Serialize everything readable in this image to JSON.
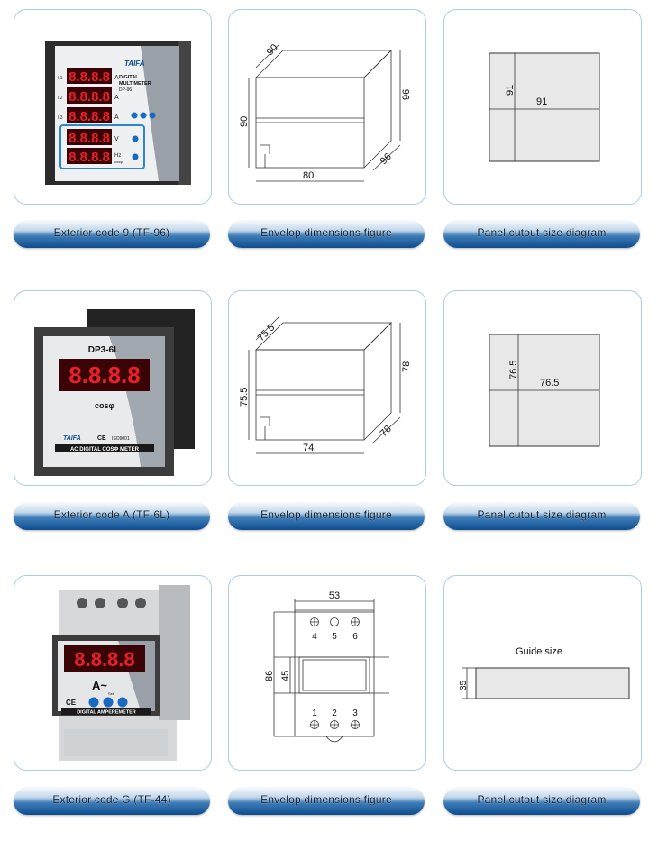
{
  "rows": [
    {
      "exterior_label": "Exterior code 9 (TF-96)",
      "envelop_label": "Envelop dimensions figure",
      "cutout_label": "Panel cutout size diagram",
      "meter": {
        "brand": "TAIFA",
        "title_line1": "DIGITAL",
        "title_line2": "MULTIMETER",
        "model": "DP-96",
        "digits": "8.8.8.8",
        "rows": [
          "L1",
          "L2",
          "L3"
        ],
        "units": [
          "A",
          "A",
          "A",
          "V",
          "Hz"
        ],
        "sub_unit": "cosφ"
      },
      "envelop": {
        "depth": "90",
        "height": "90",
        "width": "80",
        "side_height": "96",
        "side_depth": "96"
      },
      "cutout": {
        "height": "91",
        "width": "91"
      }
    },
    {
      "exterior_label": "Exterior code A (TF-6L)",
      "envelop_label": "Envelop dimensions figure",
      "cutout_label": "Panel cutout size diagram",
      "meter": {
        "model": "DP3-6L",
        "digits": "8.8.8.8",
        "unit": "cosφ",
        "brand": "TAIFA",
        "cert": "ISO9001",
        "ce": "CE",
        "footer": "AC DIGITAL COSΦ METER"
      },
      "envelop": {
        "depth": "75.5",
        "height": "75.5",
        "width": "74",
        "side_height": "78",
        "side_depth": "78"
      },
      "cutout": {
        "height": "76.5",
        "width": "76.5"
      }
    },
    {
      "exterior_label": "Exterior code G (TF-44)",
      "envelop_label": "Envelop dimensions figure",
      "cutout_label": "Panel cutout size diagram",
      "meter": {
        "digits": "8.8.8.8",
        "unit": "A~",
        "ce": "CE",
        "set": "Set",
        "footer": "DIGITAL AMPEREMETER"
      },
      "envelop": {
        "width": "53",
        "height": "86",
        "window": "45",
        "top_terms": [
          "4",
          "5",
          "6"
        ],
        "bottom_terms": [
          "1",
          "2",
          "3"
        ]
      },
      "cutout": {
        "title": "Guide size",
        "height": "35"
      }
    }
  ],
  "colors": {
    "accent": "#0d4d8e",
    "card_border": "#a9cde6",
    "digit": "#e8202a",
    "digit_bg": "#3a0406"
  }
}
